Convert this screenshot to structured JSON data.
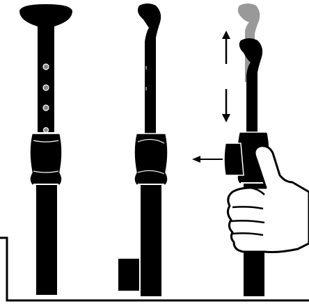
{
  "colors": {
    "background": "#ffffff",
    "ink": "#000000",
    "ghost": "#999999",
    "dot_fill": "#888888",
    "outline": "#ffffff"
  },
  "panels": [
    {
      "name": "front-view",
      "icons": [
        "t-grip-icon",
        "adjustment-hole-icon",
        "collar-clamp-icon"
      ]
    },
    {
      "name": "side-view",
      "icons": [
        "palm-grip-icon",
        "collar-clamp-icon",
        "blade-stub-icon"
      ]
    },
    {
      "name": "adjust-view",
      "icons": [
        "ghost-grip-icon",
        "palm-grip-icon",
        "up-arrow-icon",
        "down-arrow-icon",
        "left-arrow-icon",
        "thumb-hand-icon",
        "open-collar-icon"
      ]
    }
  ]
}
